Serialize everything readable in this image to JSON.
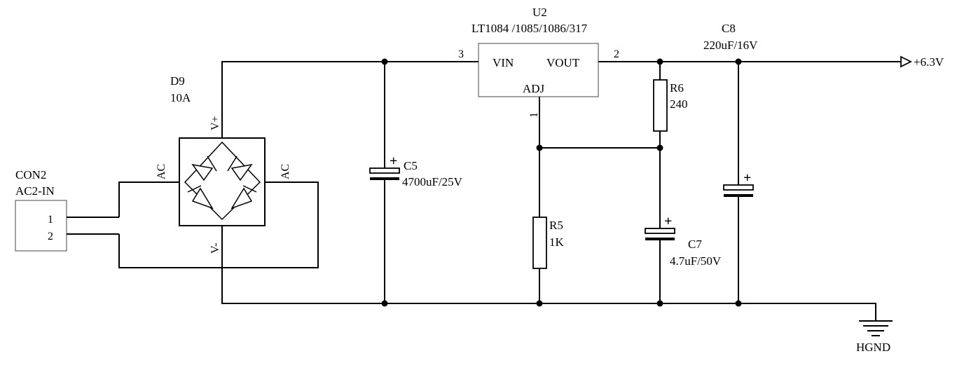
{
  "con2": {
    "ref": "CON2",
    "value": "AC2-IN",
    "pin1": "1",
    "pin2": "2"
  },
  "d9": {
    "ref": "D9",
    "value": "10A",
    "vplus": "V+",
    "vminus": "V-",
    "ac_left": "AC",
    "ac_right": "AC"
  },
  "c5": {
    "ref": "C5",
    "value": "4700uF/25V",
    "polarity": "+"
  },
  "u2": {
    "ref": "U2",
    "value": "LT1084 /1085/1086/317",
    "vin": "VIN",
    "vout": "VOUT",
    "adj": "ADJ",
    "pin_in": "3",
    "pin_out": "2",
    "pin_adj": "1"
  },
  "r6": {
    "ref": "R6",
    "value": "240"
  },
  "r5": {
    "ref": "R5",
    "value": "1K"
  },
  "c7": {
    "ref": "C7",
    "value": "4.7uF/50V",
    "polarity": "+"
  },
  "c8": {
    "ref": "C8",
    "value": "220uF/16V",
    "polarity": "+"
  },
  "net_out": {
    "label": "+6.3V"
  },
  "net_gnd": {
    "label": "HGND"
  }
}
